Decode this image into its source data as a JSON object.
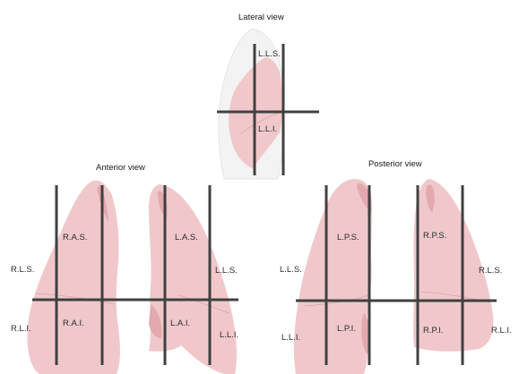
{
  "titles": {
    "lateral": "Lateral view",
    "anterior": "Anterior view",
    "posterior": "Posterior view"
  },
  "lateral": {
    "upper": "L.L.S.",
    "lower": "L.L.I."
  },
  "anterior": {
    "right_upper_inner": "R.A.S.",
    "right_lower_inner": "R.A.I.",
    "left_upper_inner": "L.A.S.",
    "left_lower_inner": "L.A.I.",
    "right_upper_outer": "R.L.S.",
    "right_lower_outer": "R.L.I.",
    "left_upper_outer": "L.L.S.",
    "left_lower_outer": "L.L.I."
  },
  "posterior": {
    "left_upper_inner": "L.P.S.",
    "left_lower_inner": "L.P.I.",
    "right_upper_inner": "R.P.S.",
    "right_lower_inner": "R.P.I.",
    "left_upper_outer": "L.L.S.",
    "left_lower_outer": "L.L.I.",
    "right_upper_outer": "R.L.S.",
    "right_lower_outer": "R.L.I."
  },
  "colors": {
    "lung": "#f0c8cb",
    "lung_shadow": "#e3a9ae",
    "grid_lines": "#404040"
  }
}
